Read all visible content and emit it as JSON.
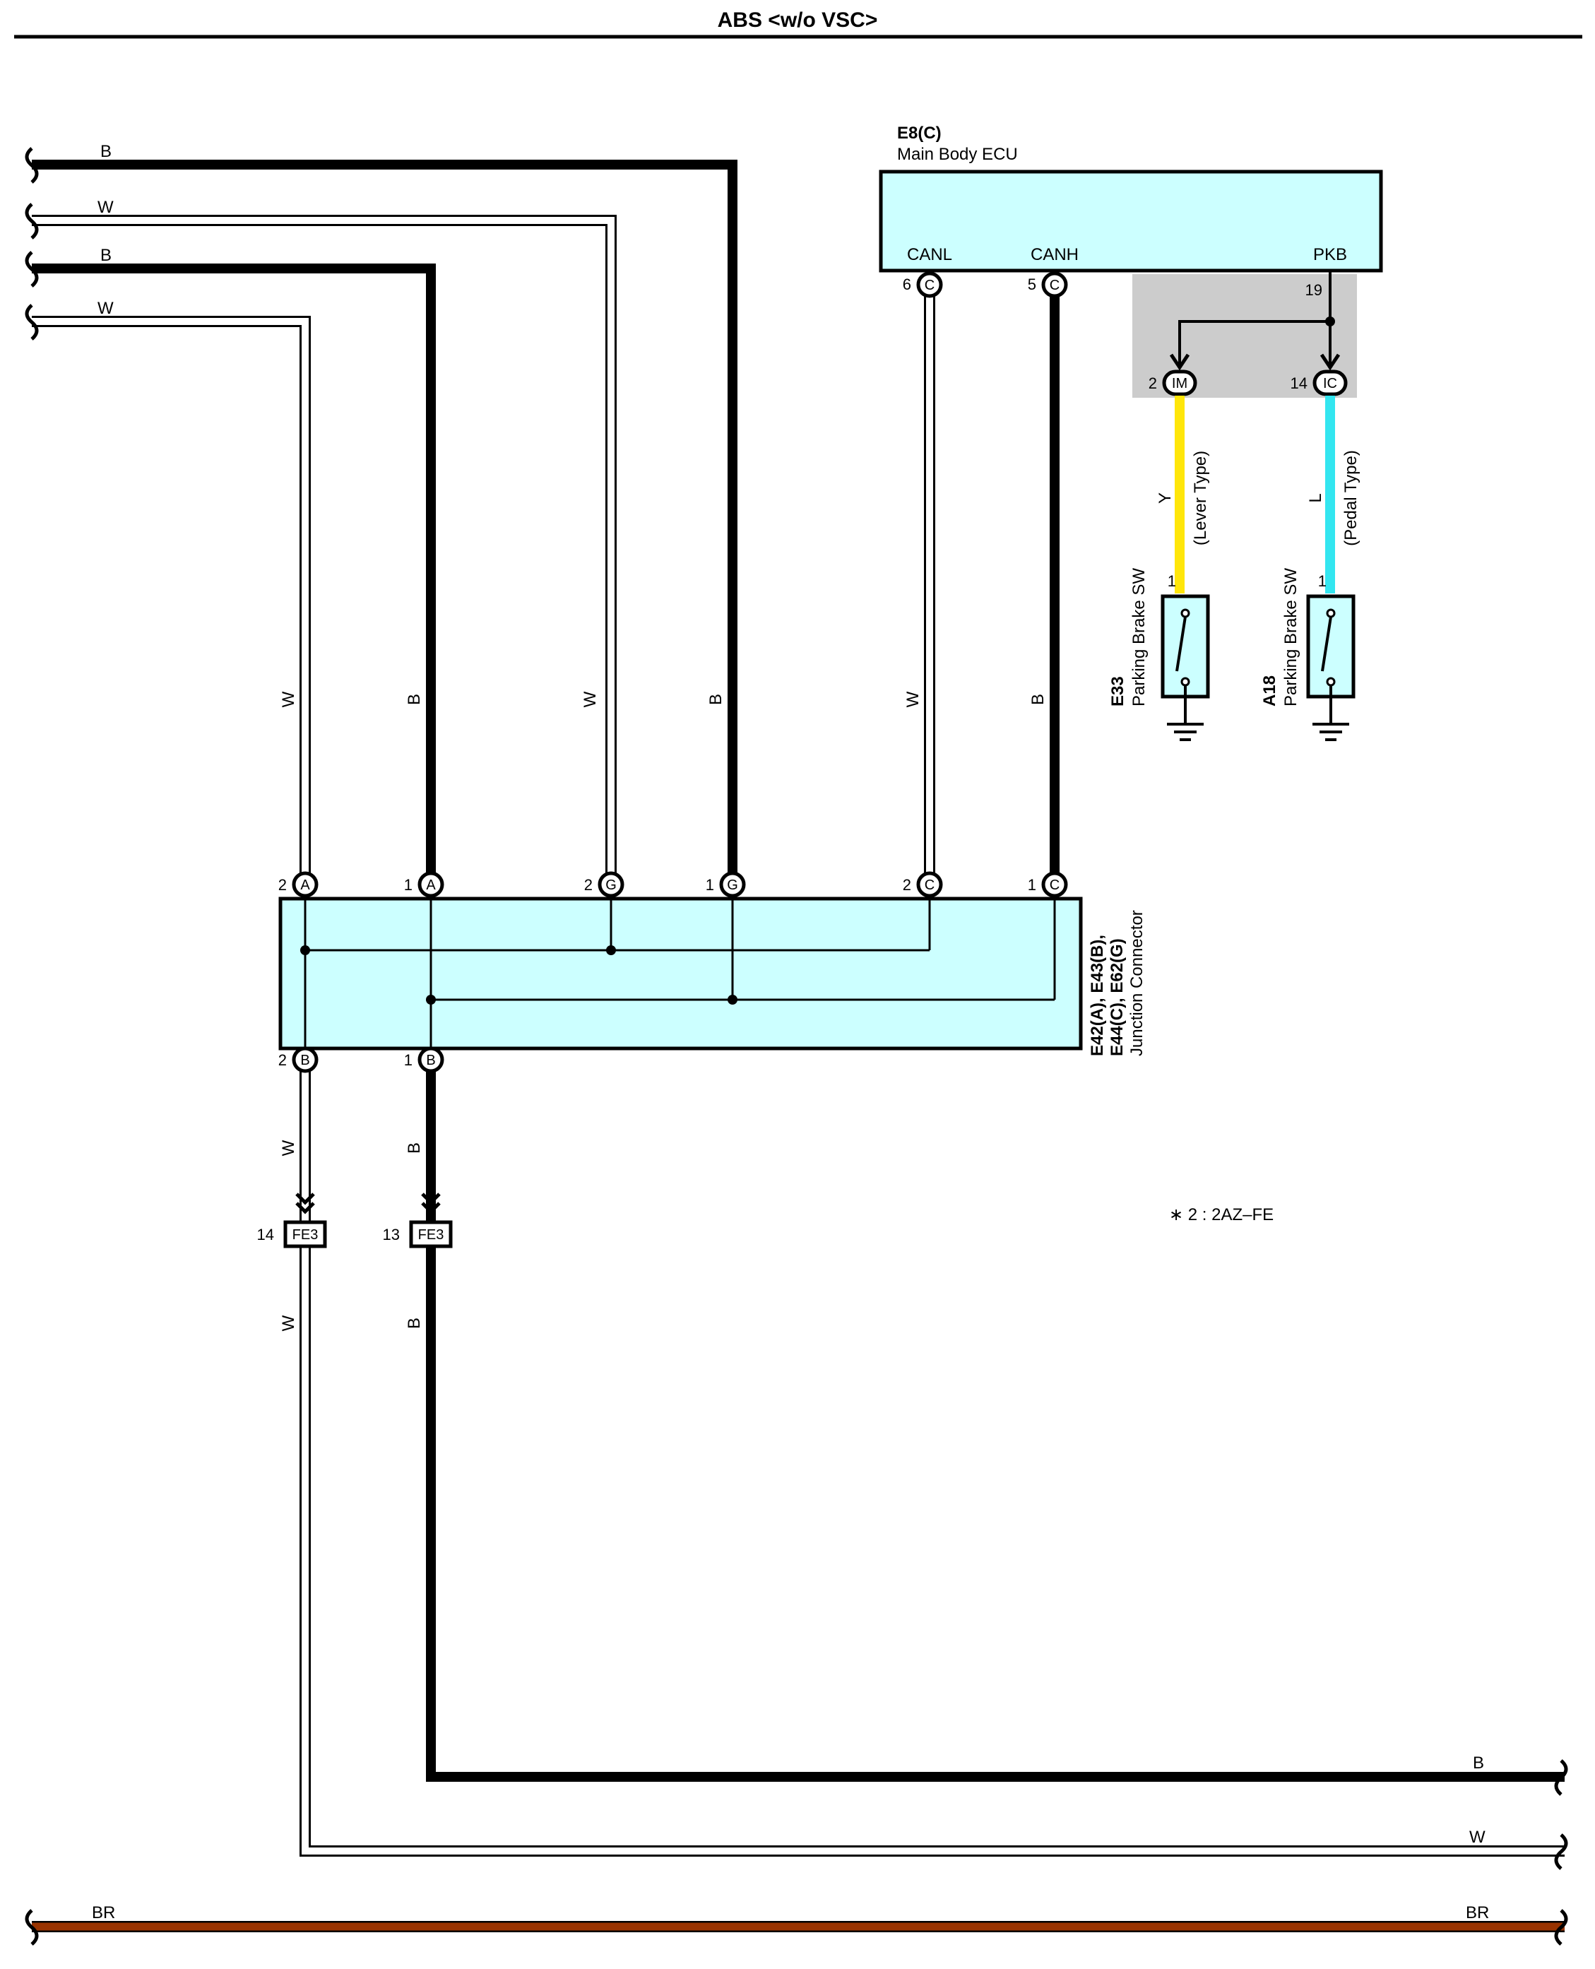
{
  "page_title": "ABS <w/o VSC>",
  "colors": {
    "component_fill": "#ccffff",
    "shade": "#cccccc",
    "wire_black": "#000000",
    "wire_white": "#ffffff",
    "wire_yellow": "#ffe60a",
    "wire_blue": "#33e6f0",
    "wire_brown": "#993300"
  },
  "ecu": {
    "code": "E8(C)",
    "name": "Main Body ECU",
    "terminals": {
      "canl": "CANL",
      "canh": "CANH",
      "pkb": "PKB"
    },
    "pins": {
      "canl": "6",
      "canh": "5",
      "pkb": "19"
    },
    "connector": "C"
  },
  "switches": {
    "lever": {
      "code": "E33",
      "name": "Parking Brake SW",
      "type": "(Lever Type)",
      "wire": "Y",
      "pin": "1",
      "conn_pin": "2",
      "conn": "IM"
    },
    "pedal": {
      "code": "A18",
      "name": "Parking Brake SW",
      "type": "(Pedal Type)",
      "wire": "L",
      "pin": "1",
      "conn_pin": "14",
      "conn": "IC"
    }
  },
  "junction": {
    "codes1": "E42(A), E43(B),",
    "codes2": "E44(C), E62(G)",
    "name": "Junction Connector",
    "top": [
      {
        "pin": "2",
        "conn": "A"
      },
      {
        "pin": "1",
        "conn": "A"
      },
      {
        "pin": "2",
        "conn": "G"
      },
      {
        "pin": "1",
        "conn": "G"
      },
      {
        "pin": "2",
        "conn": "C"
      },
      {
        "pin": "1",
        "conn": "C"
      }
    ],
    "bottom": [
      {
        "pin": "2",
        "conn": "B"
      },
      {
        "pin": "1",
        "conn": "B"
      }
    ]
  },
  "fe3": [
    {
      "pin": "14",
      "name": "FE3"
    },
    {
      "pin": "13",
      "name": "FE3"
    }
  ],
  "wire_labels": {
    "left": [
      "B",
      "W",
      "B",
      "W"
    ],
    "vertical": [
      "W",
      "B",
      "W",
      "B",
      "W",
      "B"
    ],
    "lower": [
      "W",
      "B",
      "W",
      "B"
    ],
    "right": [
      "B",
      "W"
    ],
    "br_left": "BR",
    "br_right": "BR"
  },
  "note": "∗ 2 : 2AZ–FE"
}
